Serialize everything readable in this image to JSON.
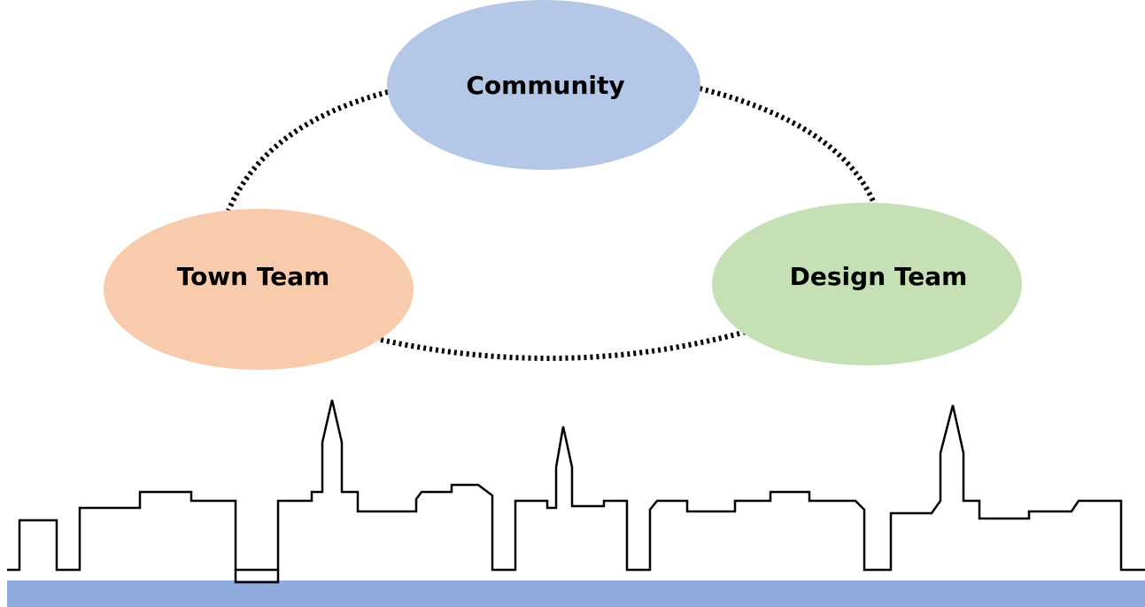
{
  "diagram": {
    "nodes": [
      {
        "id": "community",
        "label": "Community",
        "color": "#b4c7e7"
      },
      {
        "id": "town_team",
        "label": "Town Team",
        "color": "#f8cbad"
      },
      {
        "id": "design_team",
        "label": "Design Team",
        "color": "#c5e0b4"
      }
    ],
    "edges": [
      {
        "from": "community",
        "to": "town_team",
        "style": "dotted"
      },
      {
        "from": "community",
        "to": "design_team",
        "style": "dotted"
      },
      {
        "from": "town_team",
        "to": "design_team",
        "style": "dotted"
      }
    ]
  },
  "footer": {
    "illustration": "town-skyline-outline",
    "ground_color": "#8faadc"
  }
}
